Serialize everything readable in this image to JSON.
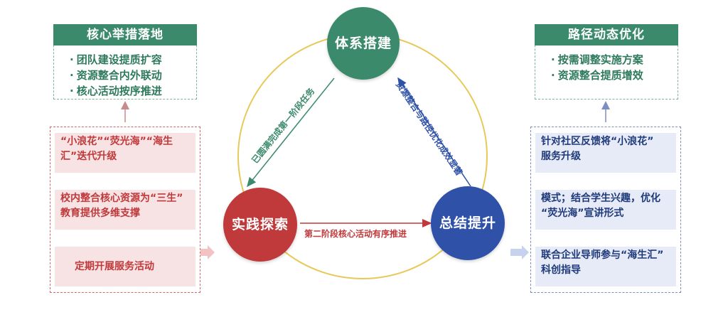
{
  "colors": {
    "green": "#3a8a6b",
    "red": "#c0393b",
    "blue": "#2f52a8",
    "ring": "#e7c95a"
  },
  "top_left_box": {
    "title": "核心举措落地",
    "items": [
      "团队建设提质扩容",
      "资源整合内外联动",
      "核心活动按序推进"
    ]
  },
  "top_right_box": {
    "title": "路径动态优化",
    "items": [
      "按需调整实施方案",
      "资源整合提质增效"
    ]
  },
  "left_list": [
    {
      "line1": "“小浪花”“荧光海”“海生",
      "line2": "汇”迭代升级"
    },
    {
      "line1": "校内整合核心资源为“三生”",
      "line2": "教育提供多维支撑"
    },
    {
      "line1": "定期开展服务活动",
      "line2": ""
    }
  ],
  "right_list": [
    {
      "line1": "针对社区反馈将“小浪花”",
      "line2": "服务升级"
    },
    {
      "line1": "模式；结合学生兴趣，优化",
      "line2": "“荧光海”宣讲形式"
    },
    {
      "line1": "联合企业导师参与“海生汇”",
      "line2": "科创指导"
    }
  ],
  "nodes": {
    "top": "体系搭建",
    "left": "实践探索",
    "right": "总结提升"
  },
  "edges": {
    "top_to_left": "已圆满完成第一阶段任务",
    "right_to_top": "资源整合与路径优化成效显著",
    "left_to_right": "第二阶段核心活动有序推进"
  }
}
